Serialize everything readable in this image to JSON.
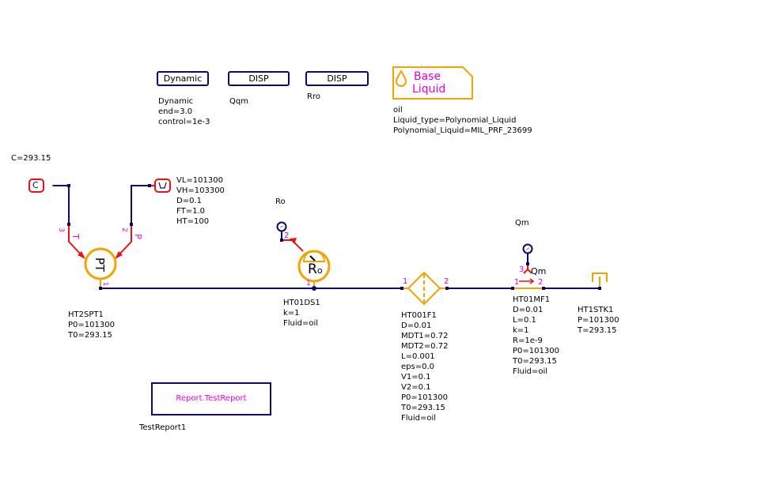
{
  "colors": {
    "wire": "#0a0a6e",
    "signal": "#ee1111",
    "component": "#f5a300",
    "port_label": "#e800e8"
  },
  "toolbar_blocks": [
    {
      "label": "Dynamic",
      "caption": [
        "Dynamic",
        "end=3.0",
        "control=1e-3"
      ]
    },
    {
      "label": "DISP",
      "caption": [
        "Qqm"
      ]
    },
    {
      "label": "DISP",
      "caption": [
        "Rro"
      ]
    }
  ],
  "base_liquid": {
    "icon": "droplet-icon",
    "title_line1": "Base",
    "title_line2": "Liquid",
    "caption": [
      "oil",
      "Liquid_type=Polynomial_Liquid",
      "Polynomial_Liquid=MIL_PRF_23699"
    ]
  },
  "constant_source": {
    "icon": "constant-icon",
    "glyph": "C",
    "caption": "C=293.15"
  },
  "ramp_source": {
    "icon": "ramp-icon",
    "caption": [
      "VL=101300",
      "VH=103300",
      "D=0.1",
      "FT=1.0",
      "HT=100"
    ]
  },
  "pt_source": {
    "icon": "pressure-temperature-source-icon",
    "glyph": "PT",
    "ports": {
      "p1": "1",
      "p2": "2",
      "p3": "3",
      "t_label": "T",
      "p_label": "P"
    },
    "caption": [
      "HT2SPT1",
      "P0=101300",
      "T0=293.15"
    ]
  },
  "ro_sensor": {
    "icon": "density-sensor-icon",
    "glyph": "R",
    "glyph_sub": "o",
    "title": "Ro",
    "ports": {
      "p1": "1",
      "p2": "2"
    },
    "caption": [
      "HT01DS1",
      "k=1",
      "Fluid=oil"
    ]
  },
  "filter": {
    "icon": "filter-icon",
    "ports": {
      "p1": "1",
      "p2": "2"
    },
    "caption": [
      "HT001F1",
      "D=0.01",
      "MDT1=0.72",
      "MDT2=0.72",
      "L=0.001",
      "eps=0.0",
      "V1=0.1",
      "V2=0.1",
      "P0=101300",
      "T0=293.15",
      "Fluid=oil"
    ]
  },
  "mass_flow": {
    "icon": "mass-flow-sensor-icon",
    "title": "Qm",
    "glyph": "Qm",
    "ports": {
      "p1": "1",
      "p2": "2",
      "p3": "3"
    },
    "caption": [
      "HT01MF1",
      "D=0.01",
      "L=0.1",
      "k=1",
      "R=1e-9",
      "P0=101300",
      "T0=293.15",
      "Fluid=oil"
    ]
  },
  "tank": {
    "icon": "tank-icon",
    "caption": [
      "HT1STK1",
      "P=101300",
      "T=293.15"
    ]
  },
  "report": {
    "label": "Report.TestReport",
    "caption": "TestReport1"
  }
}
